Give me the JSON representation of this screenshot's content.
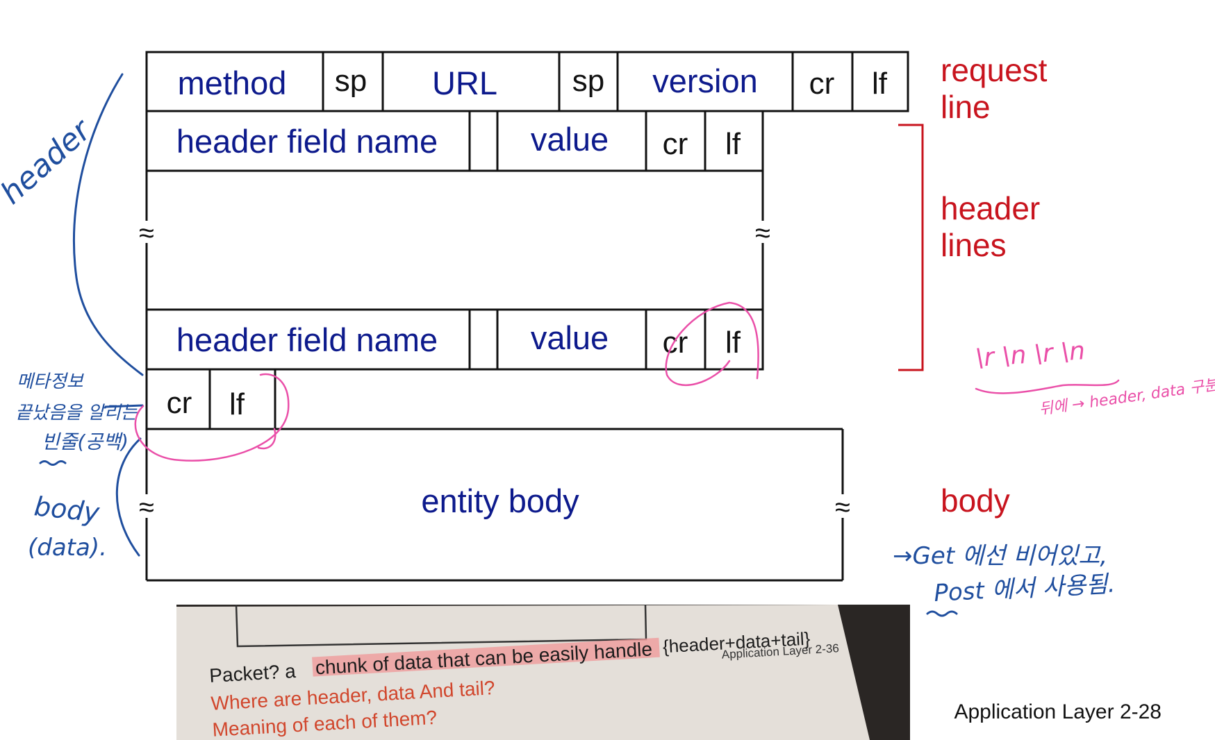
{
  "request_line": {
    "fields": [
      "method",
      "sp",
      "URL",
      "sp",
      "version",
      "cr",
      "lf"
    ],
    "label_line1": "request",
    "label_line2": "line"
  },
  "header_line_1": {
    "fields": [
      "header field name",
      "",
      "value",
      "cr",
      "lf"
    ]
  },
  "header_line_2": {
    "fields": [
      "header field name",
      "",
      "value",
      "cr",
      "lf"
    ]
  },
  "header_lines_label": {
    "line1": "header",
    "line2": "lines"
  },
  "blank_line": {
    "fields": [
      "cr",
      "lf"
    ]
  },
  "entity_body": {
    "label": "entity body"
  },
  "body_label": "body",
  "ellipsis_symbol": "≈",
  "annotations": {
    "header_note": "header",
    "blank_line_note_1": "메타정보",
    "blank_line_note_2": "끝났음을 알리는",
    "blank_line_note_3": "빈줄(공백)",
    "body_note_1": "body",
    "body_note_2": "(data).",
    "escape_note": "\\r \\n \\r \\n",
    "escape_sub_note": "뒤에 → header, data 구분",
    "get_post_note_1": "→Get 에선 비어있고,",
    "get_post_note_2": "Post 에서 사용됨."
  },
  "photo_inset": {
    "line1_prefix": "Packet?  a",
    "line1_highlight": "chunk of data that can be easily handle",
    "line1_suffix": "{header+data+tail}",
    "line2": "Where are header, data And tail?",
    "line3": "Meaning of each of them?",
    "slide_ref": "Application Layer 2-36"
  },
  "footer": "Application Layer 2-28",
  "colors": {
    "field_text": "#0d1a8c",
    "label_red": "#c8141e",
    "pen_blue": "#1f4e9e",
    "pen_pink": "#ea4fa8"
  }
}
